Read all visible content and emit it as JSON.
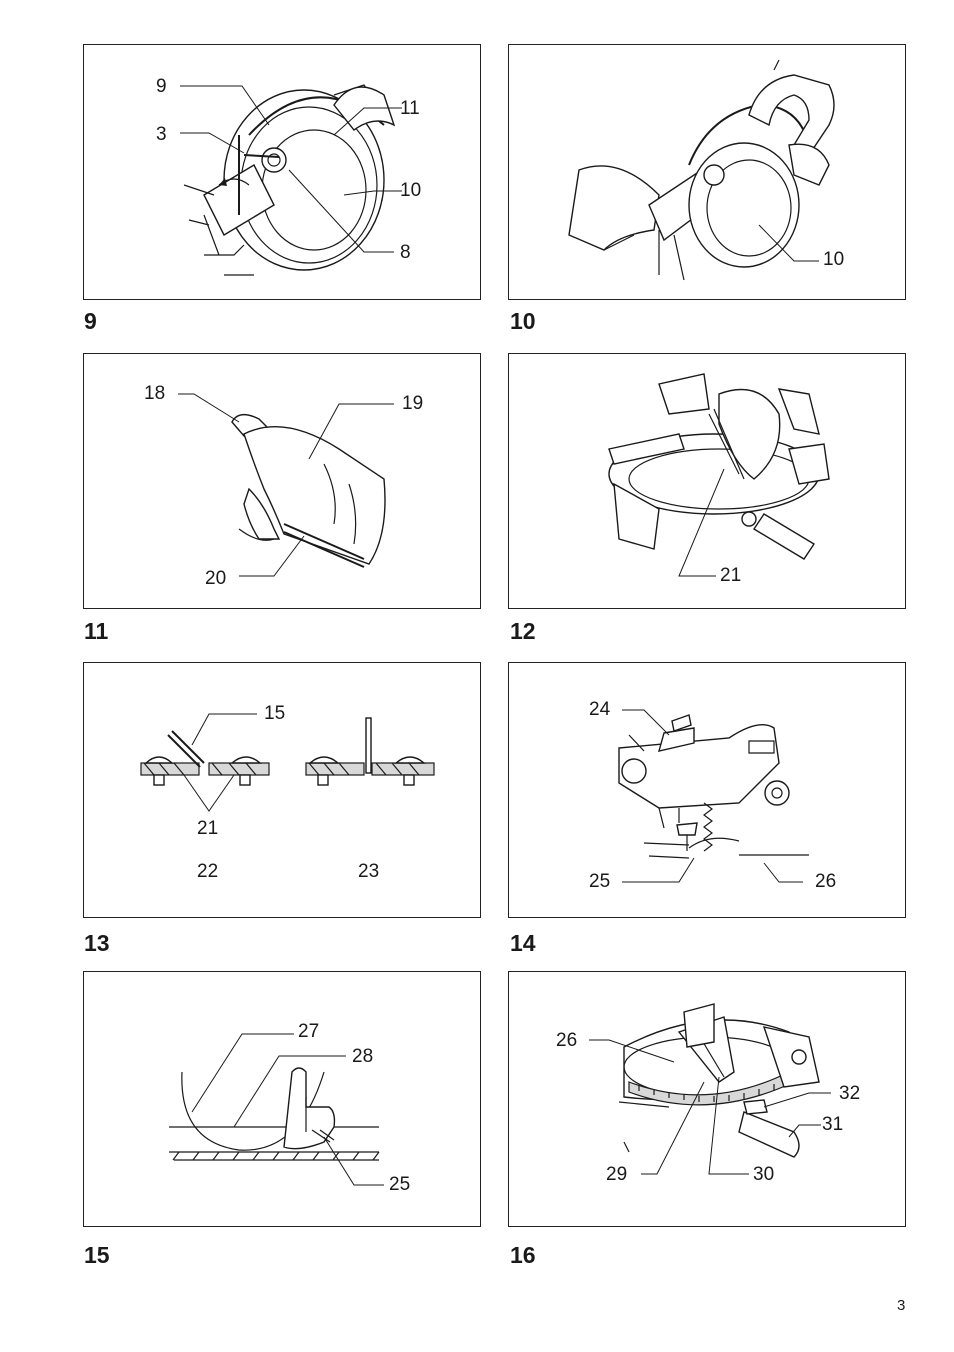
{
  "page_number": "3",
  "figures": [
    {
      "number": "9",
      "callouts": [
        "9",
        "3",
        "11",
        "10",
        "8"
      ]
    },
    {
      "number": "10",
      "callouts": [
        "10"
      ]
    },
    {
      "number": "11",
      "callouts": [
        "18",
        "19",
        "20"
      ]
    },
    {
      "number": "12",
      "callouts": [
        "21"
      ]
    },
    {
      "number": "13",
      "callouts": [
        "15",
        "21",
        "22",
        "23"
      ]
    },
    {
      "number": "14",
      "callouts": [
        "24",
        "25",
        "26"
      ]
    },
    {
      "number": "15",
      "callouts": [
        "27",
        "28",
        "25"
      ]
    },
    {
      "number": "16",
      "callouts": [
        "26",
        "32",
        "31",
        "29",
        "30"
      ]
    }
  ]
}
